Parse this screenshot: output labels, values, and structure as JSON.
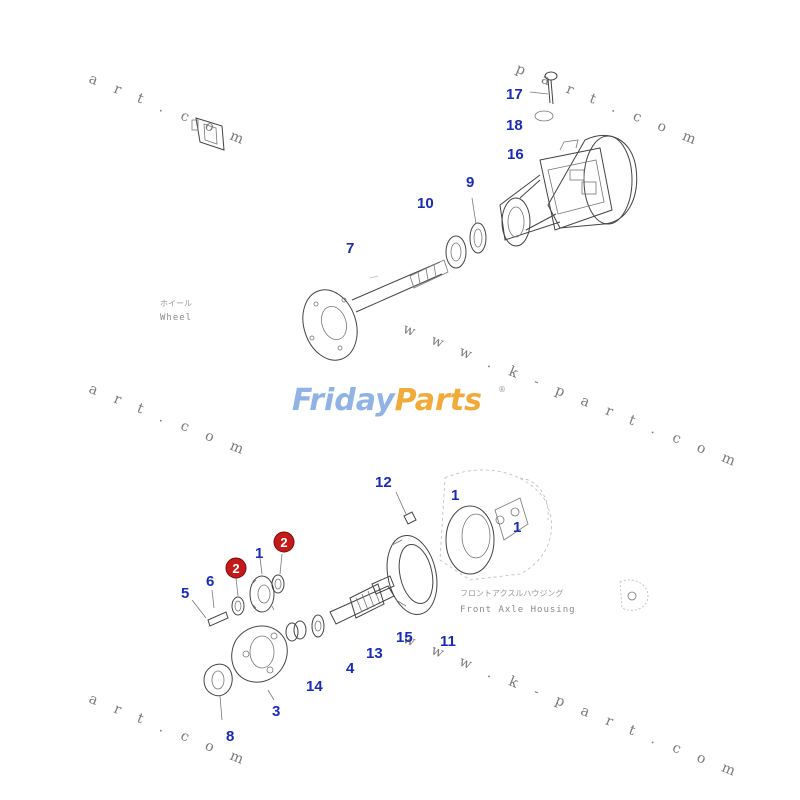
{
  "watermarks": {
    "art_com": "a r t . c o m",
    "part_com": "p a r t . c o m",
    "www_kpart": "w w w . k - p a r t . c o m",
    "k_part_com": "k - p a r t . c o m"
  },
  "logo": {
    "part1": "Friday",
    "part2": "Parts",
    "reg": "®"
  },
  "captions": {
    "wheel_jp": "ホイール",
    "wheel_en": "Wheel",
    "housing_jp": "フロントアクスルハウジング",
    "housing_en": "Front Axle Housing"
  },
  "labels": {
    "l17": "17",
    "l18": "18",
    "l16": "16",
    "l9": "9",
    "l10": "10",
    "l7": "7",
    "l12": "12",
    "l1a": "1",
    "l1b": "1",
    "l1c": "1",
    "l2a": "2",
    "l2b": "2",
    "l6": "6",
    "l5": "5",
    "l15": "15",
    "l11": "11",
    "l13": "13",
    "l4": "4",
    "l14": "14",
    "l3": "3",
    "l8": "8"
  }
}
